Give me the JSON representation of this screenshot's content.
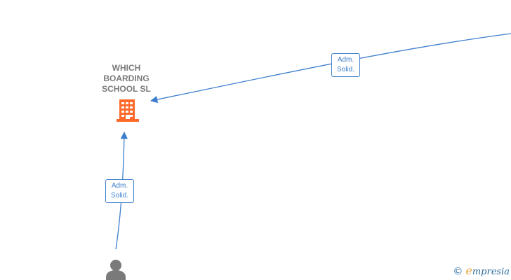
{
  "company": {
    "name": "WHICH\nBOARDING\nSCHOOL  SL",
    "icon": "building-icon",
    "color": "#ff6a2b"
  },
  "person": {
    "icon": "person-icon",
    "color": "#7a7a7a"
  },
  "edges": [
    {
      "id": "edge-from-right",
      "label_line1": "Adm.",
      "label_line2": "Solid."
    },
    {
      "id": "edge-from-person",
      "label_line1": "Adm.",
      "label_line2": "Solid."
    }
  ],
  "edge_color": "#3d7fcc",
  "watermark": {
    "symbol": "©",
    "initial": "e",
    "rest": "mpresia"
  }
}
